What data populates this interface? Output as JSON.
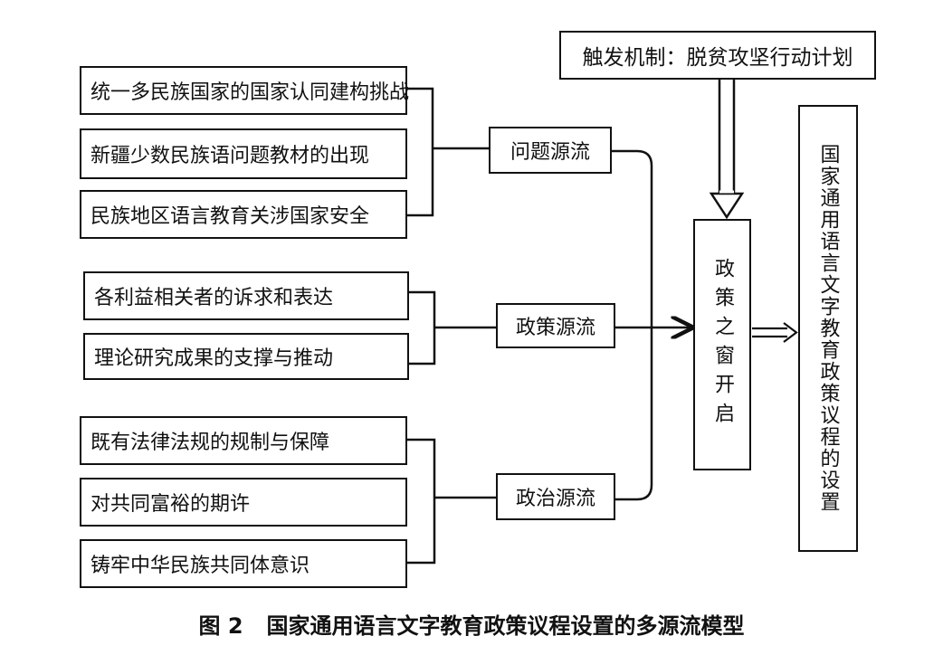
{
  "trigger": "触发机制：脱贫攻坚行动计划",
  "problem_stream": {
    "label": "问题源流",
    "items": [
      "统一多民族国家的国家认同建构挑战",
      "新疆少数民族语问题教材的出现",
      "民族地区语言教育关涉国家安全"
    ]
  },
  "policy_stream": {
    "label": "政策源流",
    "items": [
      "各利益相关者的诉求和表达",
      "理论研究成果的支撑与推动"
    ]
  },
  "politics_stream": {
    "label": "政治源流",
    "items": [
      "既有法律法规的规制与保障",
      "对共同富裕的期许",
      "铸牢中华民族共同体意识"
    ]
  },
  "window": "政策之窗开启",
  "outcome": "国家通用语言文字教育政策议程的设置",
  "caption": {
    "number": "图 2",
    "title": "国家通用语言文字教育政策议程设置的多源流模型"
  }
}
